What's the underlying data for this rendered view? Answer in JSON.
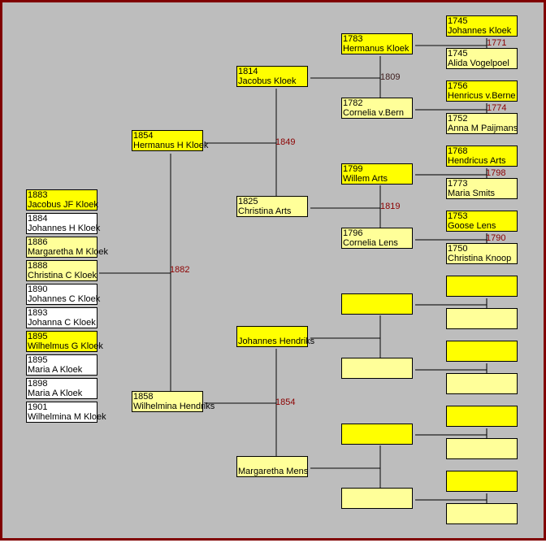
{
  "children": [
    {
      "year": "1883",
      "name": "Jacobus JF Kloek"
    },
    {
      "year": "1884",
      "name": "Johannes H Kloek"
    },
    {
      "year": "1886",
      "name": "Margaretha M Kloek"
    },
    {
      "year": "1888",
      "name": "Christina C Kloek"
    },
    {
      "year": "1890",
      "name": "Johannes C Kloek"
    },
    {
      "year": "1893",
      "name": "Johanna C Kloek"
    },
    {
      "year": "1895",
      "name": "Wilhelmus G Kloek"
    },
    {
      "year": "1895",
      "name": "Maria A Kloek"
    },
    {
      "year": "1898",
      "name": "Maria A Kloek"
    },
    {
      "year": "1901",
      "name": "Wilhelmina M Kloek"
    }
  ],
  "persons": {
    "p1": {
      "year": "1854",
      "name": "Hermanus H Kloek"
    },
    "p2": {
      "year": "1858",
      "name": "Wilhelmina Hendriks"
    },
    "g1": {
      "year": "1814",
      "name": "Jacobus Kloek"
    },
    "g2": {
      "year": "1825",
      "name": "Christina Arts"
    },
    "g3": {
      "year": "",
      "name": "Johannes Hendriks"
    },
    "g4": {
      "year": "",
      "name": "Margaretha Mens"
    },
    "gg1": {
      "year": "1783",
      "name": "Hermanus Kloek"
    },
    "gg2": {
      "year": "1782",
      "name": "Cornelia v.Bern"
    },
    "gg3": {
      "year": "1799",
      "name": "Willem Arts"
    },
    "gg4": {
      "year": "1796",
      "name": "Cornelia Lens"
    },
    "ggg1": {
      "year": "1745",
      "name": "Johannes Kloek"
    },
    "ggg2": {
      "year": "1745",
      "name": "Alida Vogelpoel"
    },
    "ggg3": {
      "year": "1756",
      "name": "Henricus v.Berne"
    },
    "ggg4": {
      "year": "1752",
      "name": "Anna M Paijmans"
    },
    "ggg5": {
      "year": "1768",
      "name": "Hendricus Arts"
    },
    "ggg6": {
      "year": "1773",
      "name": "Maria Smits"
    },
    "ggg7": {
      "year": "1753",
      "name": "Goose Lens"
    },
    "ggg8": {
      "year": "1750",
      "name": "Christina Knoop"
    }
  },
  "marriages": {
    "parents": "1882",
    "paternal": "1849",
    "maternal": "1854",
    "m1809": "1809",
    "m1819": "1819",
    "m1771": "1771",
    "m1774": "1774",
    "m1798": "1798",
    "m1790": "1790"
  },
  "colors": {
    "male": "#ffff00",
    "female": "#ffff99",
    "unknown": "#ffffff",
    "marriage": "#8b0000",
    "frame": "#800000"
  }
}
